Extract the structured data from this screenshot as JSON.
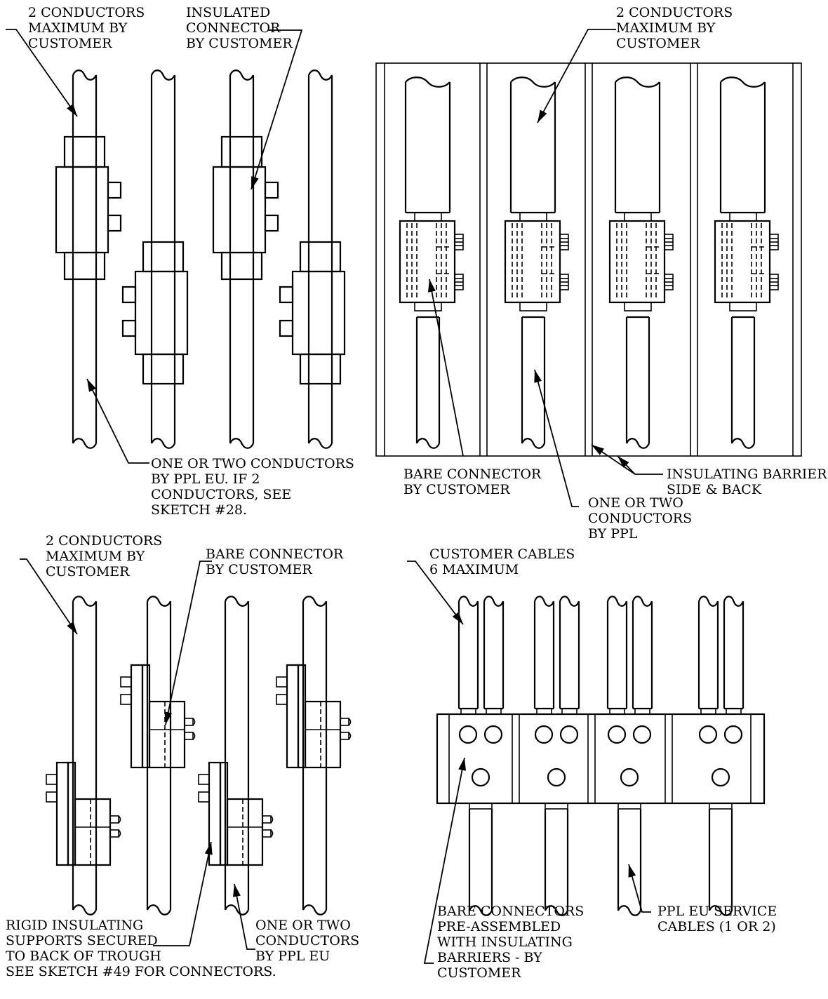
{
  "labels": {
    "a1": [
      "2 CONDUCTORS",
      "MAXIMUM BY",
      "CUSTOMER"
    ],
    "a2": [
      "INSULATED",
      "CONNECTOR",
      "BY CUSTOMER"
    ],
    "a3": [
      "ONE OR TWO CONDUCTORS",
      "BY PPL EU. IF 2",
      "CONDUCTORS, SEE",
      "SKETCH #28."
    ],
    "b1": [
      "2 CONDUCTORS",
      "MAXIMUM BY",
      "CUSTOMER"
    ],
    "b2": [
      "BARE CONNECTOR",
      "BY CUSTOMER"
    ],
    "b3": [
      "INSULATING BARRIERS",
      "SIDE & BACK"
    ],
    "b4": [
      "ONE OR TWO",
      "CONDUCTORS",
      "BY PPL"
    ],
    "c1": [
      "2 CONDUCTORS",
      "MAXIMUM BY",
      "CUSTOMER"
    ],
    "c2": [
      "BARE CONNECTOR",
      "BY CUSTOMER"
    ],
    "c3": [
      "RIGID INSULATING",
      "SUPPORTS SECURED",
      "TO BACK OF TROUGH",
      "SEE SKETCH #49 FOR CONNECTORS."
    ],
    "c4": [
      "ONE OR TWO",
      "CONDUCTORS",
      "BY PPL EU"
    ],
    "d1": [
      "CUSTOMER CABLES",
      "6 MAXIMUM"
    ],
    "d2": [
      "BARE CONNECTORS",
      "PRE-ASSEMBLED",
      "WITH INSULATING",
      "BARRIERS - BY",
      "CUSTOMER"
    ],
    "d3": [
      "PPL EU SERVICE",
      "CABLES (1 OR 2)"
    ]
  }
}
